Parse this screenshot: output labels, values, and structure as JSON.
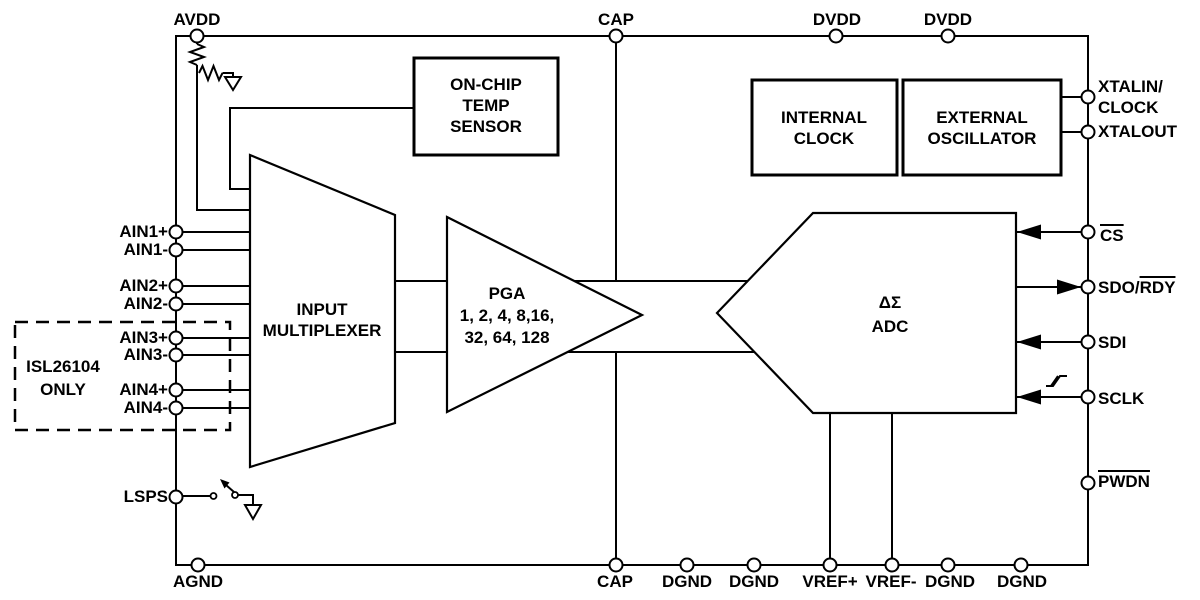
{
  "pins": {
    "top": [
      "AVDD",
      "CAP",
      "DVDD",
      "DVDD"
    ],
    "left": [
      "AIN1+",
      "AIN1-",
      "AIN2+",
      "AIN2-",
      "AIN3+",
      "AIN3-",
      "AIN4+",
      "AIN4-",
      "LSPS"
    ],
    "right": {
      "xtalin_line1": "XTALIN/",
      "xtalin_line2": "CLOCK",
      "xtalout": "XTALOUT",
      "cs": "CS",
      "sdo_plain": "SDO/",
      "sdo_overline": "RDY",
      "sdi": "SDI",
      "sclk": "SCLK",
      "pwdn": "PWDN"
    },
    "bottom": [
      "AGND",
      "CAP",
      "DGND",
      "DGND",
      "VREF+",
      "VREF-",
      "DGND",
      "DGND"
    ]
  },
  "blocks": {
    "temp_sensor": [
      "ON-CHIP",
      "TEMP",
      "SENSOR"
    ],
    "internal_clock": [
      "INTERNAL",
      "CLOCK"
    ],
    "external_oscillator": [
      "EXTERNAL",
      "OSCILLATOR"
    ],
    "input_multiplexer": [
      "INPUT",
      "MULTIPLEXER"
    ],
    "pga": [
      "PGA",
      "1, 2, 4, 8,16,",
      "32, 64, 128"
    ],
    "adc": [
      "ΔΣ",
      "ADC"
    ]
  },
  "annotations": {
    "isl26104_line1": "ISL26104",
    "isl26104_line2": "ONLY"
  },
  "colors": {
    "line": "#000000",
    "background": "#ffffff",
    "text": "#000000"
  }
}
